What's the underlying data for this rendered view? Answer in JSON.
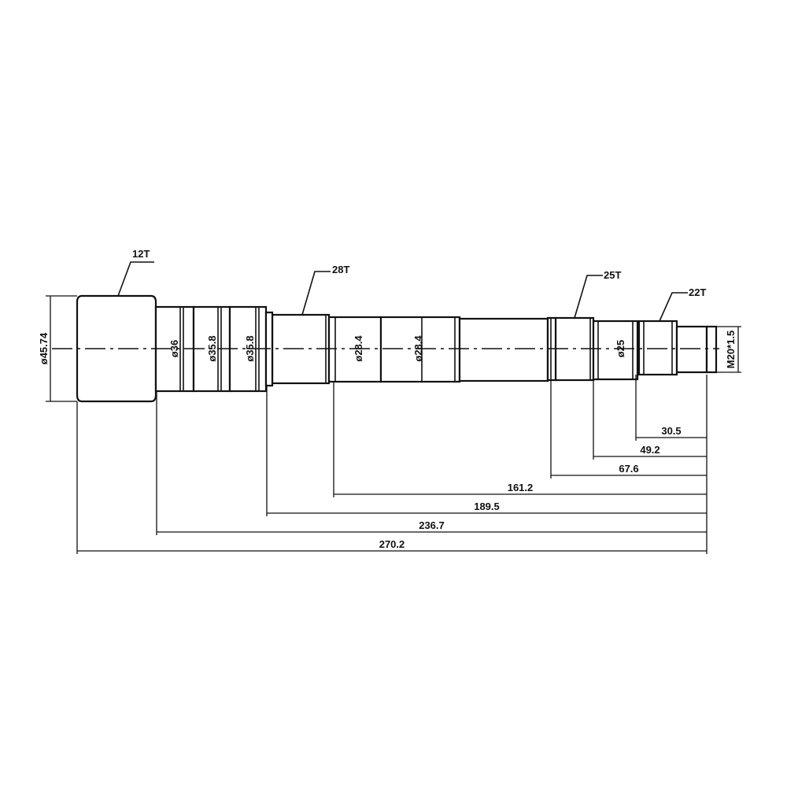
{
  "part_labels": [
    "12T",
    "28T",
    "25T",
    "22T"
  ],
  "diameter_labels": [
    "ø45.74",
    "ø36",
    "ø35.8",
    "ø35.8",
    "ø28.4",
    "ø28.4",
    "ø25"
  ],
  "thread_label": "M20*1.5",
  "length_dimensions": [
    "30.5",
    "49.2",
    "67.6",
    "161.2",
    "189.5",
    "236.7",
    "270.2"
  ]
}
